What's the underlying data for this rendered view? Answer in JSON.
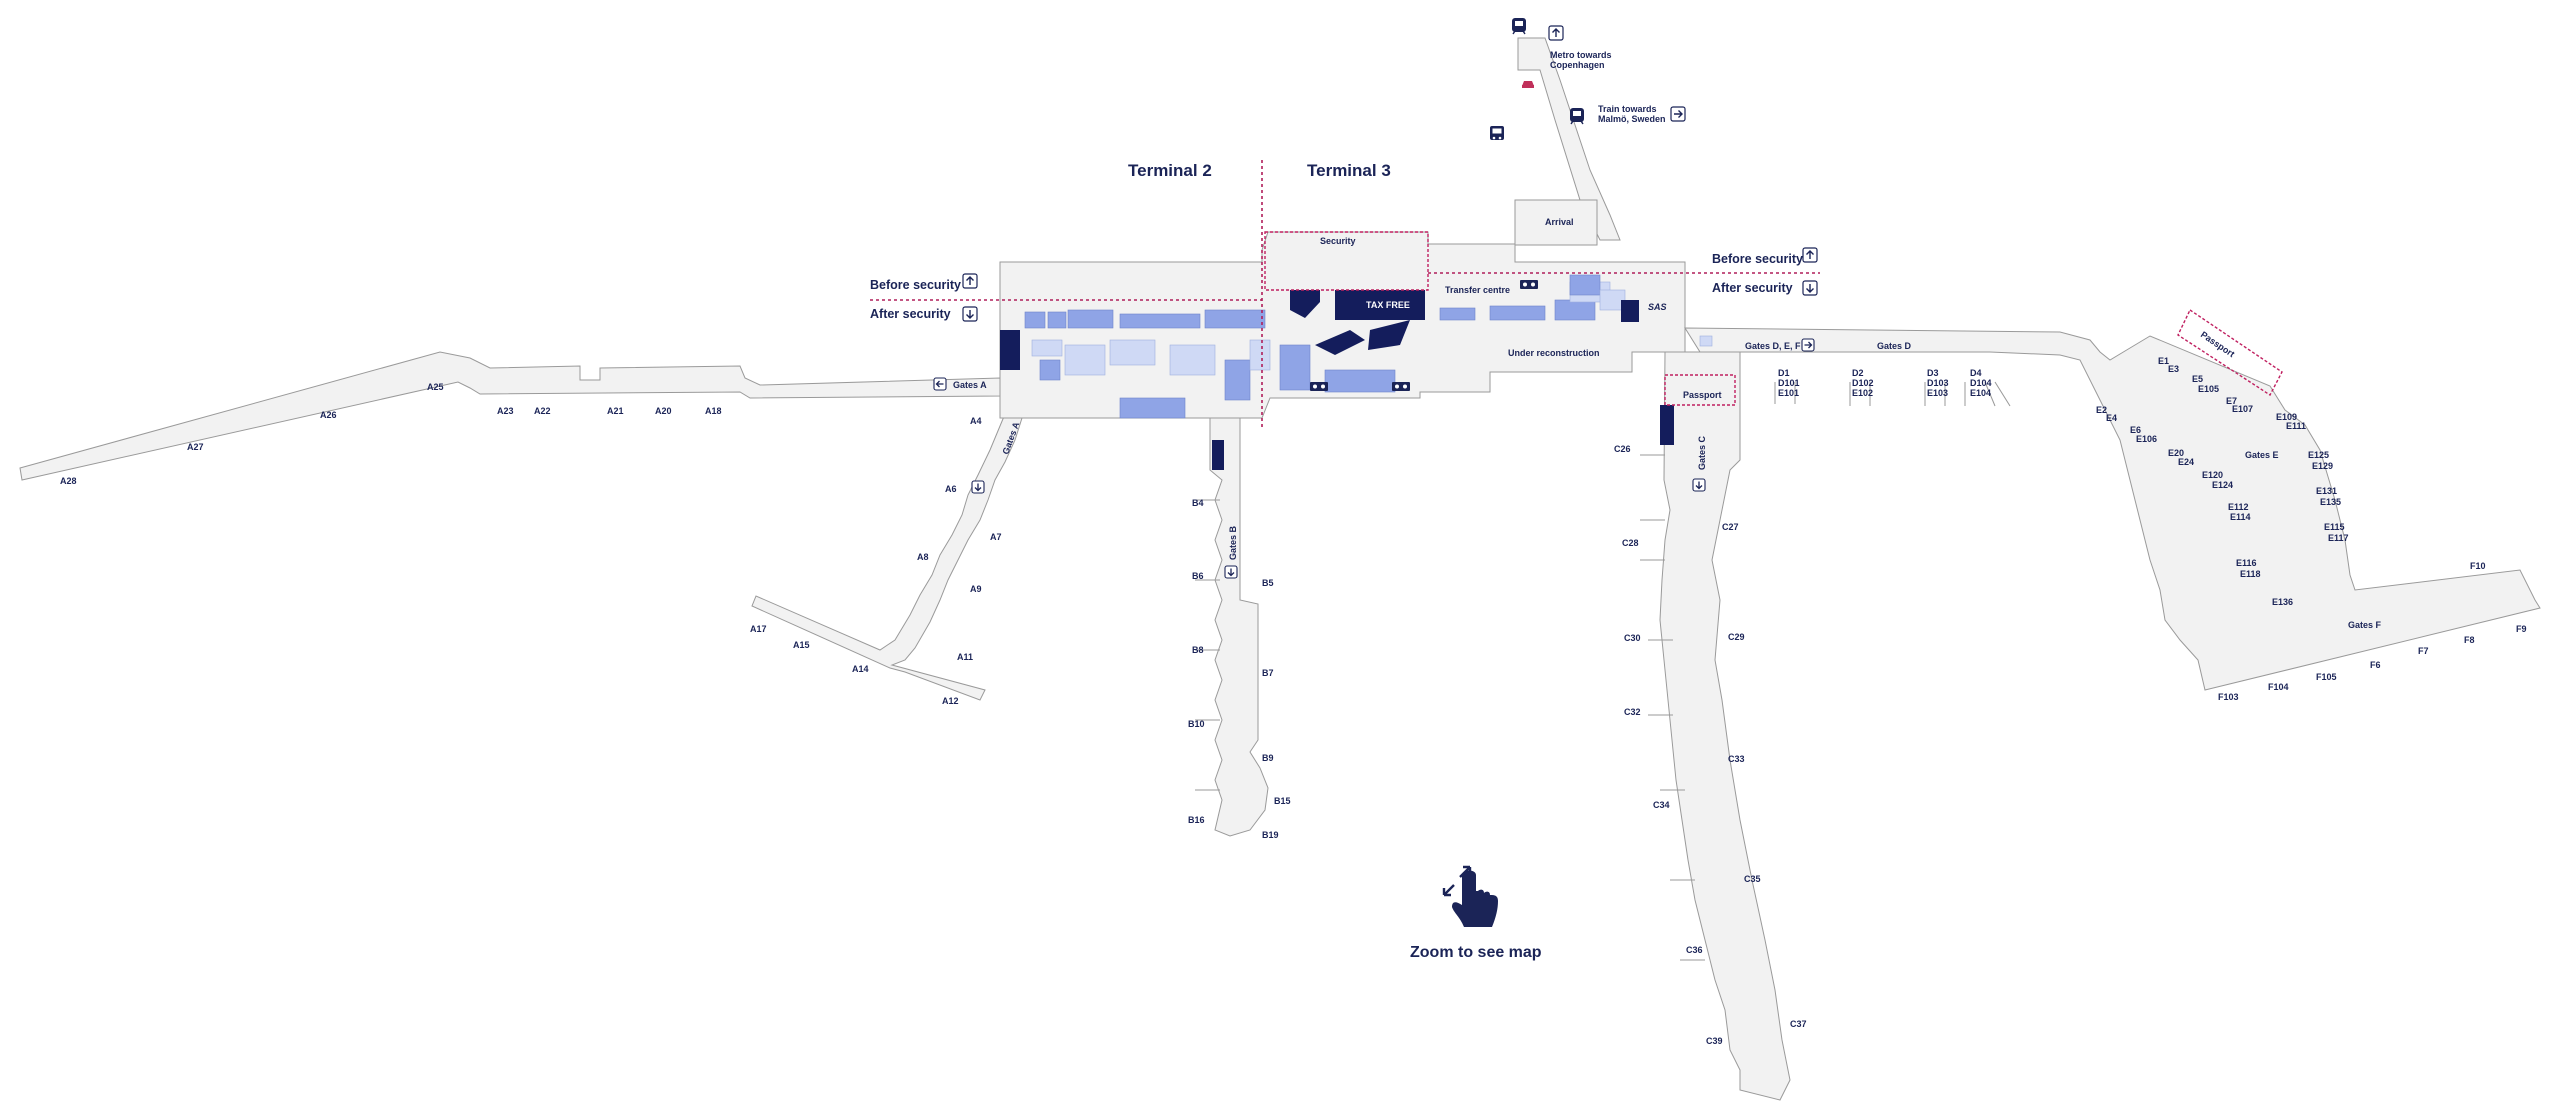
{
  "terminals": [
    "Terminal 2",
    "Terminal 3"
  ],
  "zones": {
    "security": "Security",
    "arrival": "Arrival",
    "transfer_centre": "Transfer centre",
    "under_reconstruction": "Under reconstruction",
    "passport_c": "Passport",
    "passport_e": "Passport",
    "tax_free": "TAX FREE",
    "sas": "SAS"
  },
  "signs": {
    "before_security_left": "Before security",
    "after_security_left": "After security",
    "before_security_right": "Before security",
    "after_security_right": "After security",
    "metro_line1": "Metro towards",
    "metro_line2": "Copenhagen",
    "train_line1": "Train towards",
    "train_line2": "Malmö, Sweden"
  },
  "pier_labels": {
    "gates_a_sign": "Gates A",
    "gates_a_pier": "Gates A",
    "gates_b": "Gates B",
    "gates_c": "Gates C",
    "gates_def": "Gates D, E, F",
    "gates_d": "Gates D",
    "gates_e": "Gates E",
    "gates_f": "Gates F"
  },
  "gates": {
    "A28": "A28",
    "A27": "A27",
    "A26": "A26",
    "A25": "A25",
    "A23": "A23",
    "A22": "A22",
    "A21": "A21",
    "A20": "A20",
    "A18": "A18",
    "A4": "A4",
    "A6": "A6",
    "A7": "A7",
    "A8": "A8",
    "A9": "A9",
    "A11": "A11",
    "A12": "A12",
    "A14": "A14",
    "A15": "A15",
    "A17": "A17",
    "B4": "B4",
    "B5": "B5",
    "B6": "B6",
    "B7": "B7",
    "B8": "B8",
    "B9": "B9",
    "B10": "B10",
    "B15": "B15",
    "B16": "B16",
    "B19": "B19",
    "C26": "C26",
    "C27": "C27",
    "C28": "C28",
    "C29": "C29",
    "C30": "C30",
    "C32": "C32",
    "C33": "C33",
    "C34": "C34",
    "C35": "C35",
    "C36": "C36",
    "C37": "C37",
    "C39": "C39",
    "D1": "D1",
    "D101": "D101",
    "E101": "E101",
    "D2": "D2",
    "D102": "D102",
    "E102": "E102",
    "D3": "D3",
    "D103": "D103",
    "E103": "E103",
    "D4": "D4",
    "D104": "D104",
    "E104": "E104",
    "E1": "E1",
    "E3": "E3",
    "E5": "E5",
    "E105": "E105",
    "E7": "E7",
    "E107": "E107",
    "E109": "E109",
    "E111": "E111",
    "E2": "E2",
    "E4": "E4",
    "E6": "E6",
    "E106": "E106",
    "E20": "E20",
    "E24": "E24",
    "E120": "E120",
    "E124": "E124",
    "E125": "E125",
    "E129": "E129",
    "E131": "E131",
    "E135": "E135",
    "E112": "E112",
    "E114": "E114",
    "E115": "E115",
    "E117": "E117",
    "E116": "E116",
    "E118": "E118",
    "E136": "E136",
    "F10": "F10",
    "F9": "F9",
    "F8": "F8",
    "F7": "F7",
    "F6": "F6",
    "F105": "F105",
    "F104": "F104",
    "F103": "F103"
  },
  "hint": "Zoom to see map",
  "colors": {
    "navy": "#1b2457",
    "dark_shop": "#141d5c",
    "shop_blue": "#8fa4e6",
    "shop_light": "#cfd9f5",
    "security_line": "#b01e5a",
    "floor": "#f2f2f2",
    "outline": "#9a9a9a"
  },
  "icons": [
    "metro-icon",
    "train-icon",
    "bus-icon",
    "taxi-icon",
    "arrow-up-icon",
    "arrow-down-icon",
    "arrow-left-icon",
    "arrow-right-icon",
    "elevator-icon",
    "hand-pointer-icon"
  ]
}
